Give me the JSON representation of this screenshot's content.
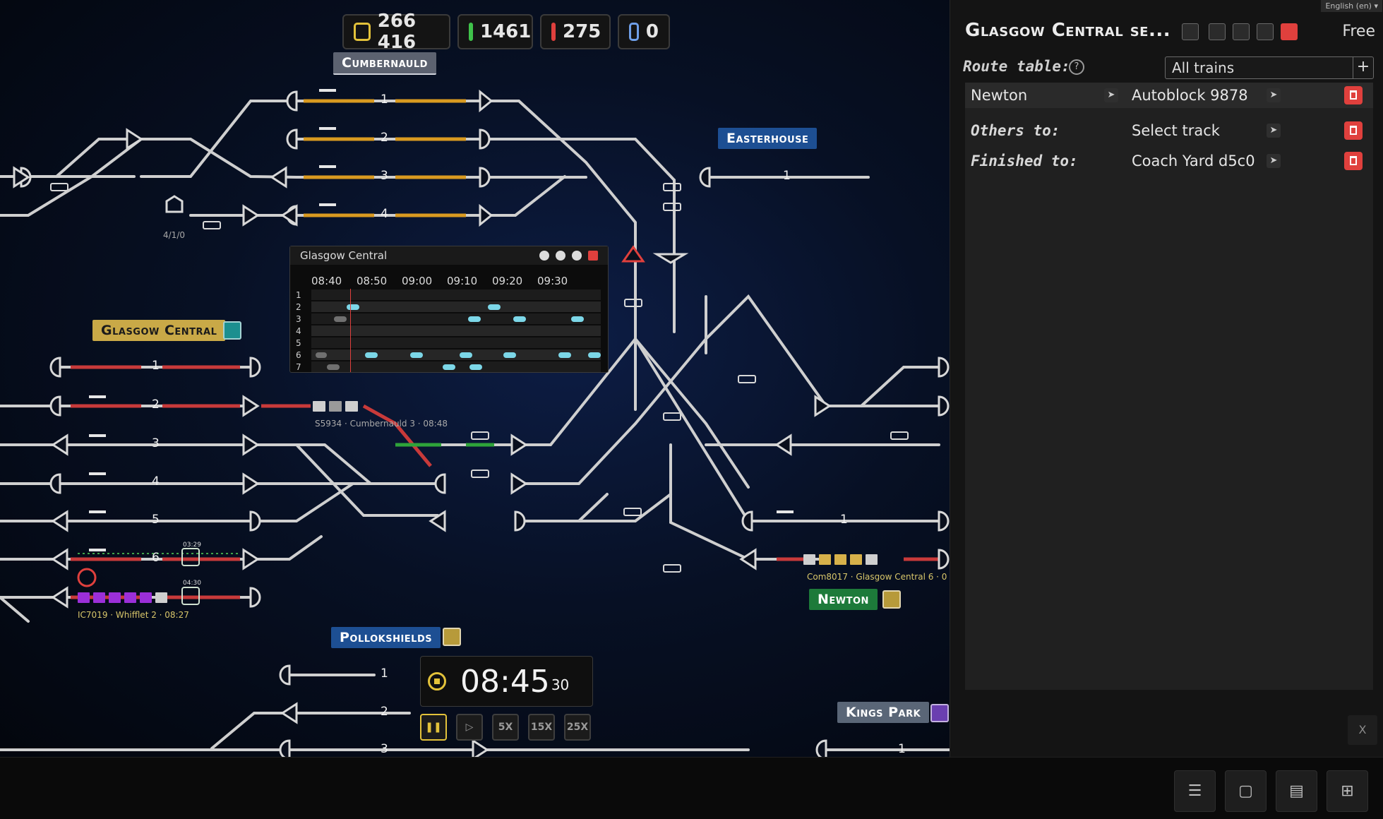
{
  "counters": [
    {
      "name": "money",
      "value": "266 416",
      "color": "#e3c23a"
    },
    {
      "name": "green-trains",
      "value": "1461",
      "color": "#3fc24a"
    },
    {
      "name": "red-trains",
      "value": "275",
      "color": "#e0403d"
    },
    {
      "name": "blue-trains",
      "value": "0",
      "color": "#6f9fe8"
    }
  ],
  "stations": {
    "cumbernauld": "Cumbernauld",
    "easterhouse": "Easterhouse",
    "glasgow_central": "Glasgow Central",
    "newton": "Newton",
    "pollokshields": "Pollokshields",
    "kings_park": "Kings Park"
  },
  "platforms": {
    "top": [
      "1",
      "2",
      "3",
      "4"
    ],
    "central": [
      "1",
      "2",
      "3",
      "4",
      "5",
      "6"
    ],
    "easterhouse": "1",
    "newton": "1",
    "pollok": [
      "1",
      "2",
      "3"
    ],
    "kings": "1"
  },
  "labels": {
    "depot": "4/1/0",
    "train_s5934": "S5934 · Cumbernauld  3 · 08:48",
    "train_ic7019": "IC7019 · Whifflet  2 · 08:27",
    "train_com8017": "Com8017 · Glasgow Central  6 · 0",
    "dwell1": "03:29",
    "dwell2": "04:30"
  },
  "timetable": {
    "title": "Glasgow Central",
    "times": [
      "08:40",
      "08:50",
      "09:00",
      "09:10",
      "09:20",
      "09:30"
    ],
    "rows": [
      "1",
      "2",
      "3",
      "4",
      "5",
      "6",
      "7"
    ]
  },
  "clock": {
    "hm": "08:45",
    "sec": "30"
  },
  "speeds": [
    "5X",
    "15X",
    "25X"
  ],
  "panel": {
    "lang": "English (en) ▾",
    "title": "Glasgow Central se...",
    "status": "Free",
    "route_label": "Route table:",
    "help": "?",
    "select_value": "All trains",
    "plus": "+",
    "rows": [
      {
        "from": "Newton",
        "to": "Autoblock 9878"
      },
      {
        "from": "Others to:",
        "to": "Select track"
      },
      {
        "from": "Finished to:",
        "to": "Coach Yard d5c0"
      }
    ],
    "close": "X"
  }
}
